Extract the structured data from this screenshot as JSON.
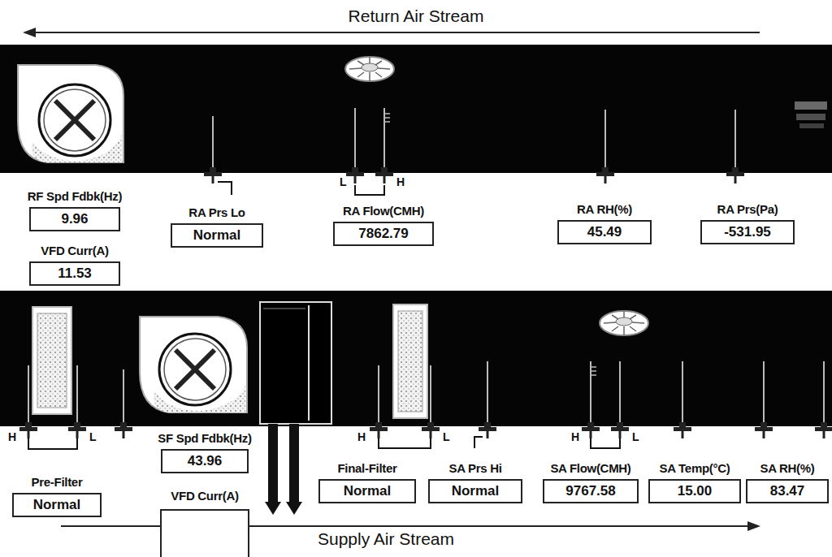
{
  "diagram": {
    "nodes": [
      {
        "text": [
          "RF Spd Fdbk(Hz)",
          "9.96"
        ]
      },
      {
        "text": [
          "VFD Curr(A)",
          "11.53"
        ]
      },
      {
        "text": [
          "RA Prs Lo",
          "Normal"
        ]
      },
      {
        "text": [
          "RA Flow(CMH)",
          "7862.79"
        ]
      },
      {
        "text": [
          "RA RH(%)",
          "45.49"
        ]
      },
      {
        "text": [
          "RA Prs(Pa)",
          "-531.95"
        ]
      },
      {
        "text": [
          "Pre-Filter",
          "Normal"
        ]
      },
      {
        "text": [
          "SF Spd Fdbk(Hz)",
          "43.96"
        ]
      },
      {
        "text": [
          "Final-Filter",
          "Normal"
        ]
      },
      {
        "text": [
          "SA Prs Hi",
          "Normal"
        ]
      },
      {
        "text": [
          "SA Flow(CMH)",
          "9767.58"
        ]
      },
      {
        "text": [
          "SA Temp(°C)",
          "15.00"
        ]
      },
      {
        "text": [
          "SA RH(%)",
          "83.47"
        ]
      }
    ],
    "labels": [
      "Return Air Stream",
      "Supply Air Stream",
      "VFD Curr(A)",
      "L",
      "H",
      "H",
      "L",
      "H",
      "L",
      "H",
      "L"
    ]
  }
}
